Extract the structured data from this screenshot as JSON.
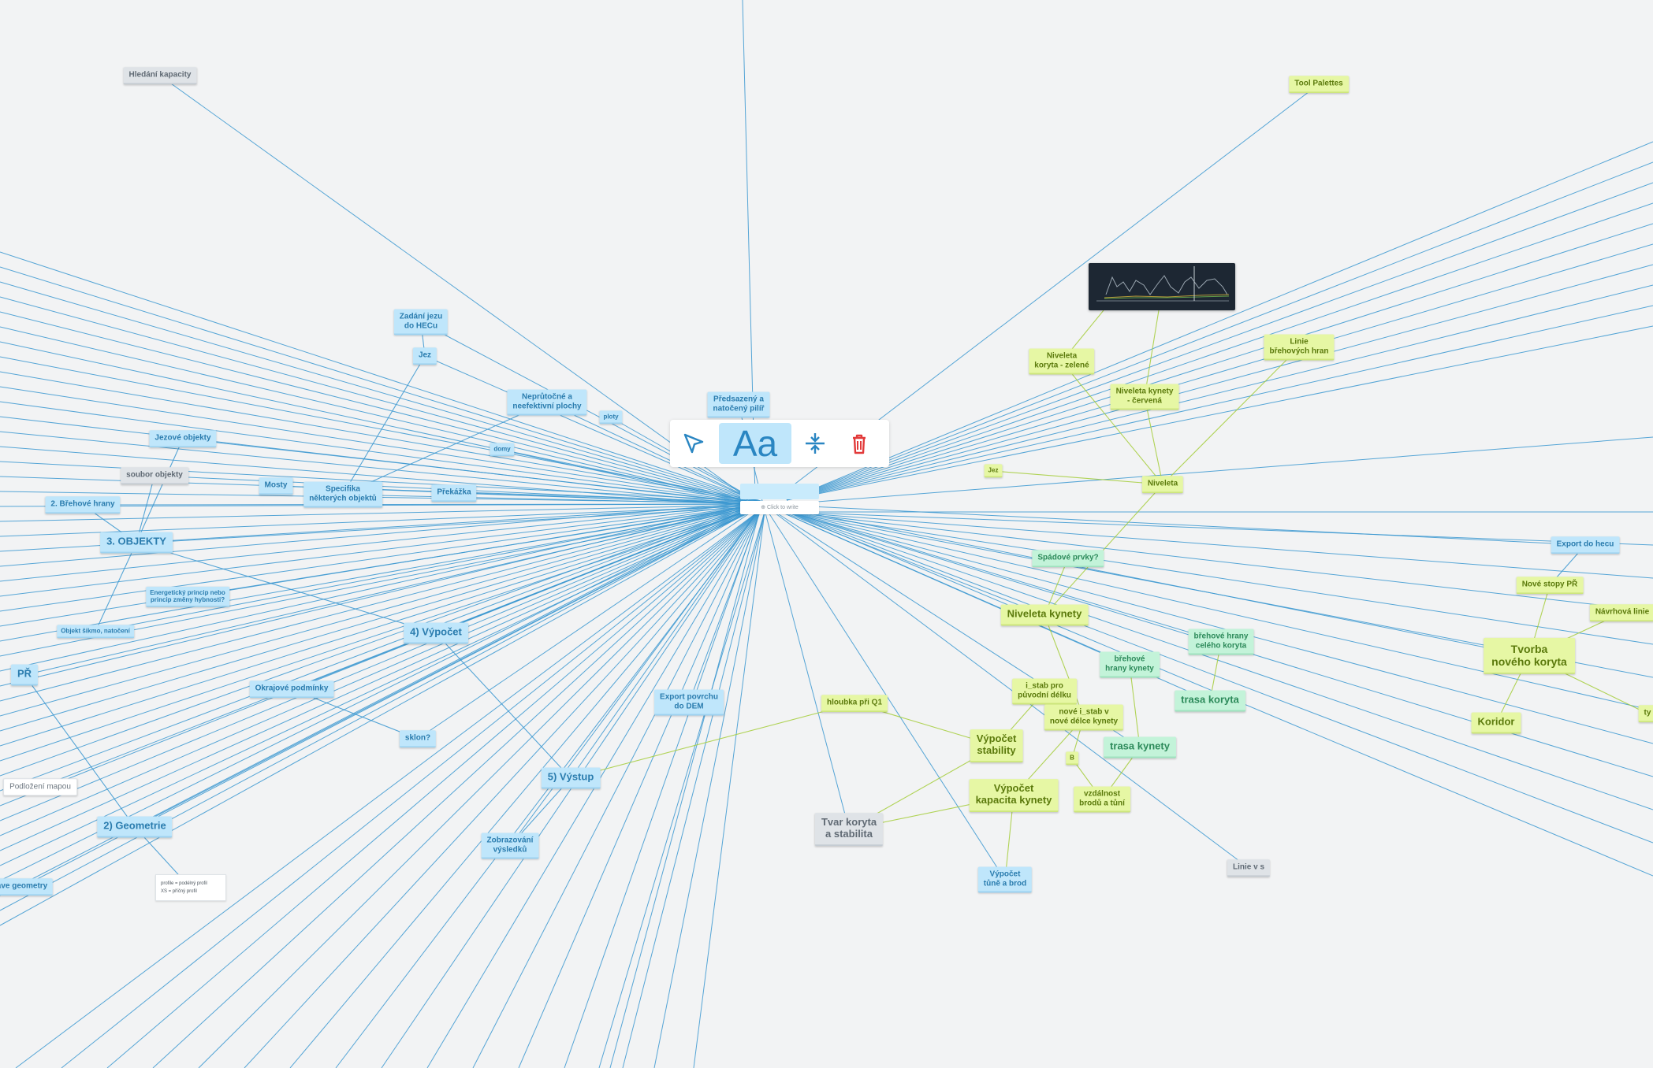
{
  "toolbar": {
    "select_tool": "pointer-icon",
    "text_tool_label": "Aa",
    "collapse_tool": "collapse-icon",
    "delete_tool": "trash-icon"
  },
  "editor": {
    "hint": "⊕ Click to write"
  },
  "colors": {
    "edge_blue": "#3a97d0",
    "edge_green": "#a5cc3a",
    "node_blue": "#bfe6fb",
    "node_lime": "#e6f7a4",
    "node_mint": "#c3f3d9",
    "node_gray": "#dfe3e7",
    "delete_red": "#e23a3a"
  },
  "nodes": {
    "hledani_kapacity": "Hledání kapacity",
    "tool_palettes": "Tool Palettes",
    "zadani_jezu": "Zadání jezu\ndo HECu",
    "jez": "Jez",
    "nepruticne": "Neprůtočné a\nneefektivní plochy",
    "ploty": "ploty",
    "predsazeny": "Předsazený a\nnatočený pilíř",
    "domy": "domy",
    "jezove_objekty": "Jezové objekty",
    "soubor_objekty": "soubor objekty",
    "mosty": "Mosty",
    "specifika": "Specifika\nněkterých objektů",
    "prekazka": "Překážka",
    "brehove_hrany_2": "2. Břehové hrany",
    "objekty_3": "3. OBJEKTY",
    "energeticky": "Energetický princip nebo\nprincip změny hybnosti?",
    "objekt_sikmo": "Objekt šikmo, natočení",
    "vypocet_4": "4) Výpočet",
    "pr": "PŘ",
    "okrajove": "Okrajové podmínky",
    "sklon": "sklon?",
    "export_povrchu": "Export povrchu\ndo DEM",
    "vystup_5": "5) Výstup",
    "podlozeni": "Podložení mapou",
    "geometrie_2": "2) Geometrie",
    "zobrazovani": "Zobrazování\nvýsledků",
    "save_geometry": "ave geometry",
    "note_line1": "profile = podélný profil",
    "note_line2": "XS = příčný profil",
    "niveleta_koryta": "Niveleta\nkoryta - zelené",
    "niveleta_kynety_cervena": "Niveleta kynety\n- červená",
    "linie_brehovych": "Linie\nbřehových hran",
    "jez_small": "Jez",
    "niveleta": "Niveleta",
    "spadove": "Spádové prvky?",
    "niveleta_kynety": "Niveleta kynety",
    "brehove_hrany_celeho": "břehové hrany\ncelého koryta",
    "brehove_hrany_kynety": "břehové\nhrany kynety",
    "trasa_koryta": "trasa koryta",
    "i_stab": "i_stab pro\npůvodní délku",
    "nove_i_stab": "nové i_stab v\nnové délce kynety",
    "hloubka": "hloubka při Q1",
    "vypocet_stability": "Výpočet\nstability",
    "b": "B",
    "trasa_kynety": "trasa kynety",
    "vypocet_kapacita": "Výpočet\nkapacita kynety",
    "vzdalnost": "vzdálnost\nbrodů a tůní",
    "tvar_koryta": "Tvar koryta\na stabilita",
    "vypocet_tune": "Výpočet\ntůně a brod",
    "linie_v_s": "Linie v s",
    "export_do_hecu": "Export do hecu",
    "nove_stopy": "Nové stopy PŘ",
    "navrhova": "Návrhová linie",
    "tvorba": "Tvorba\nnového koryta",
    "koridor": "Koridor",
    "ty": "ty"
  }
}
